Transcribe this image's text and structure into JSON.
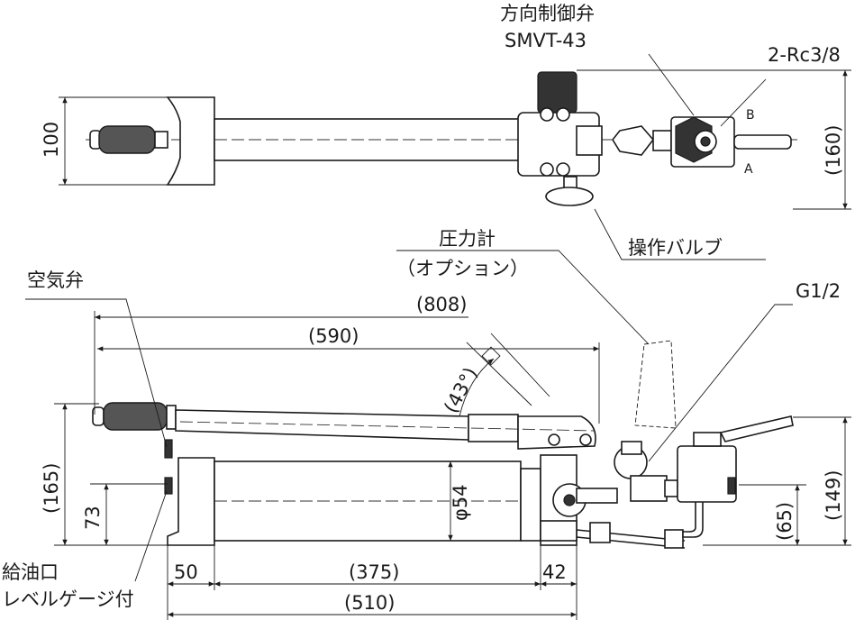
{
  "top_view": {
    "valve_label": "方向制御弁",
    "valve_model": "SMVT-43",
    "port_label": "2-Rc3/8",
    "port_b": "B",
    "port_a": "A",
    "dim_width": "100",
    "dim_height": "(160)",
    "operating_valve_label": "操作バルブ"
  },
  "side_view": {
    "gauge_label": "圧力計",
    "gauge_option": "（オプション）",
    "port_label": "G1/2",
    "air_valve_label": "空気弁",
    "dim_overall": "(808)",
    "dim_lever": "(590)",
    "dim_angle": "(43°)",
    "dim_height": "(165)",
    "dim_73": "73",
    "dim_dia": "φ54",
    "dim_149": "(149)",
    "dim_65": "(65)",
    "oil_port_label": "給油口",
    "level_gauge_label": "レベルゲージ付",
    "dim_50": "50",
    "dim_375": "(375)",
    "dim_42": "42",
    "dim_510": "(510)"
  }
}
